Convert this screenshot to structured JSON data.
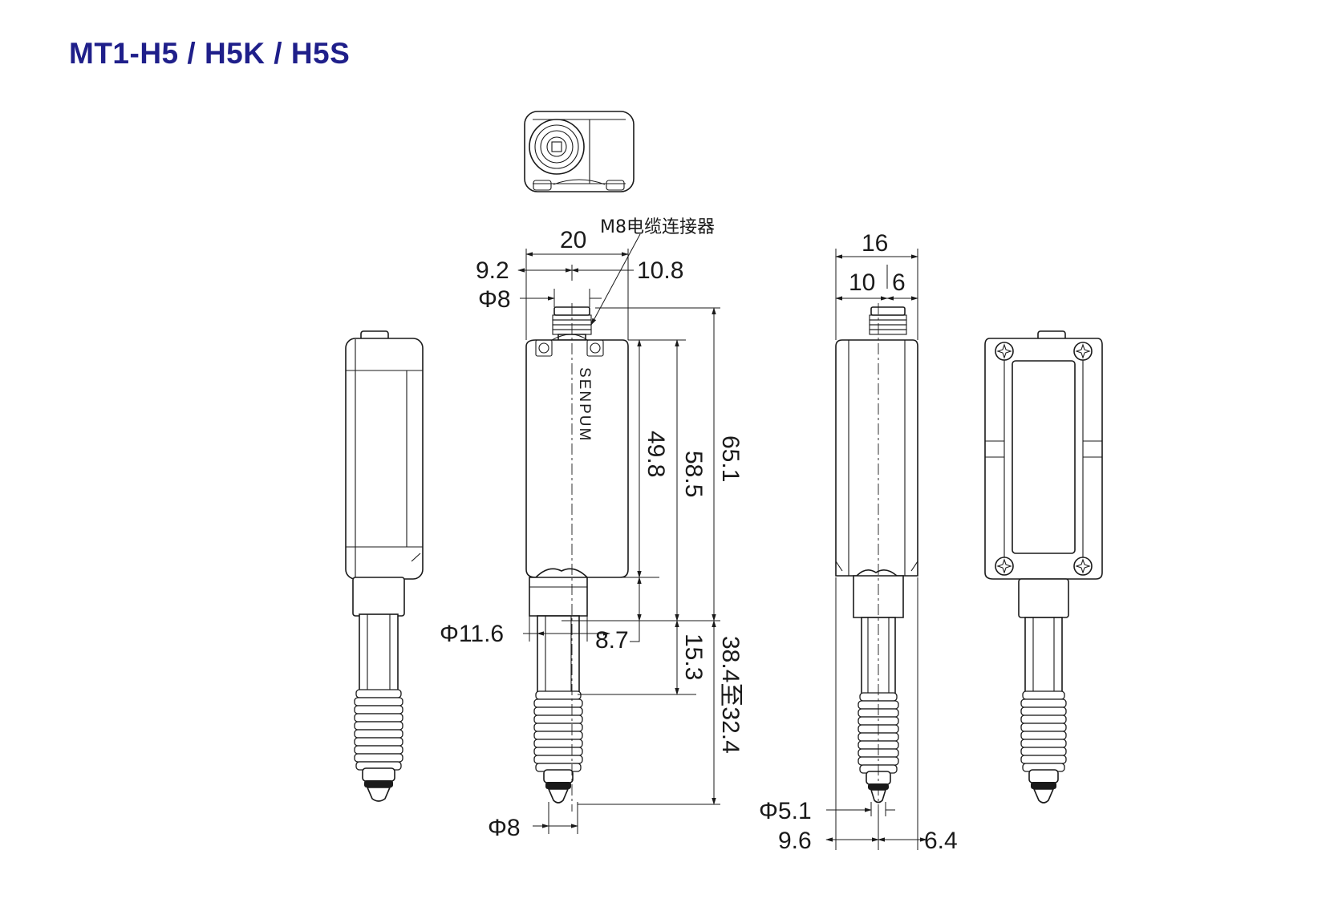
{
  "title": "MT1-H5 / H5K / H5S",
  "connector_note": "M8电缆连接器",
  "brand": "SENPUM",
  "dimensions": {
    "front_width": "20",
    "front_left": "9.2",
    "front_right": "10.8",
    "connector_dia": "Φ8",
    "body_height": "49.8",
    "mid_height": "58.5",
    "total_height": "65.1",
    "neck_dia": "Φ11.6",
    "neck_height": "8.7",
    "stem_length": "15.3",
    "stroke_range": "38.4至32.4",
    "tip_dia": "Φ8",
    "side_width": "16",
    "side_left": "10",
    "side_right": "6",
    "probe_dia": "Φ5.1",
    "side_bottom_left": "9.6",
    "side_bottom_right": "6.4"
  }
}
